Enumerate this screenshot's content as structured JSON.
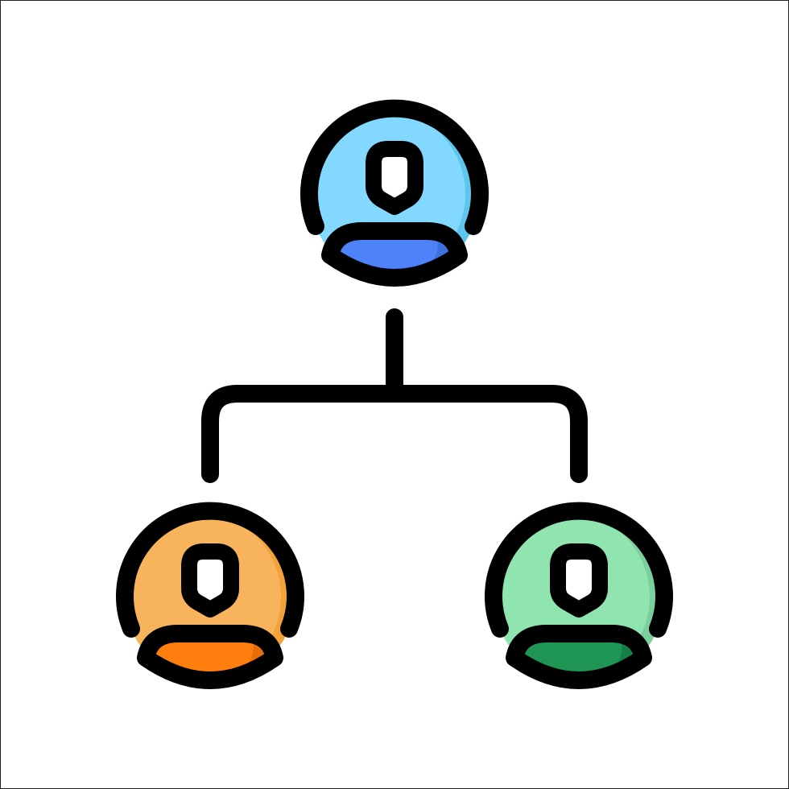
{
  "icon": {
    "name": "org-chart-icon",
    "stroke_color": "#000000",
    "background": "#ffffff",
    "nodes": [
      {
        "role": "top",
        "colors": {
          "face": "#82D8FF",
          "shade": "#5EC6EC",
          "body": "#4E82F8",
          "body_shade": "#3F70E0"
        }
      },
      {
        "role": "bottom-left",
        "colors": {
          "face": "#F8B45C",
          "shade": "#F3A23A",
          "body": "#FF7E0E",
          "body_shade": "#E86E08"
        }
      },
      {
        "role": "bottom-right",
        "colors": {
          "face": "#90E4B0",
          "shade": "#7ACF9C",
          "body": "#1E9553",
          "body_shade": "#157F45"
        }
      }
    ]
  }
}
